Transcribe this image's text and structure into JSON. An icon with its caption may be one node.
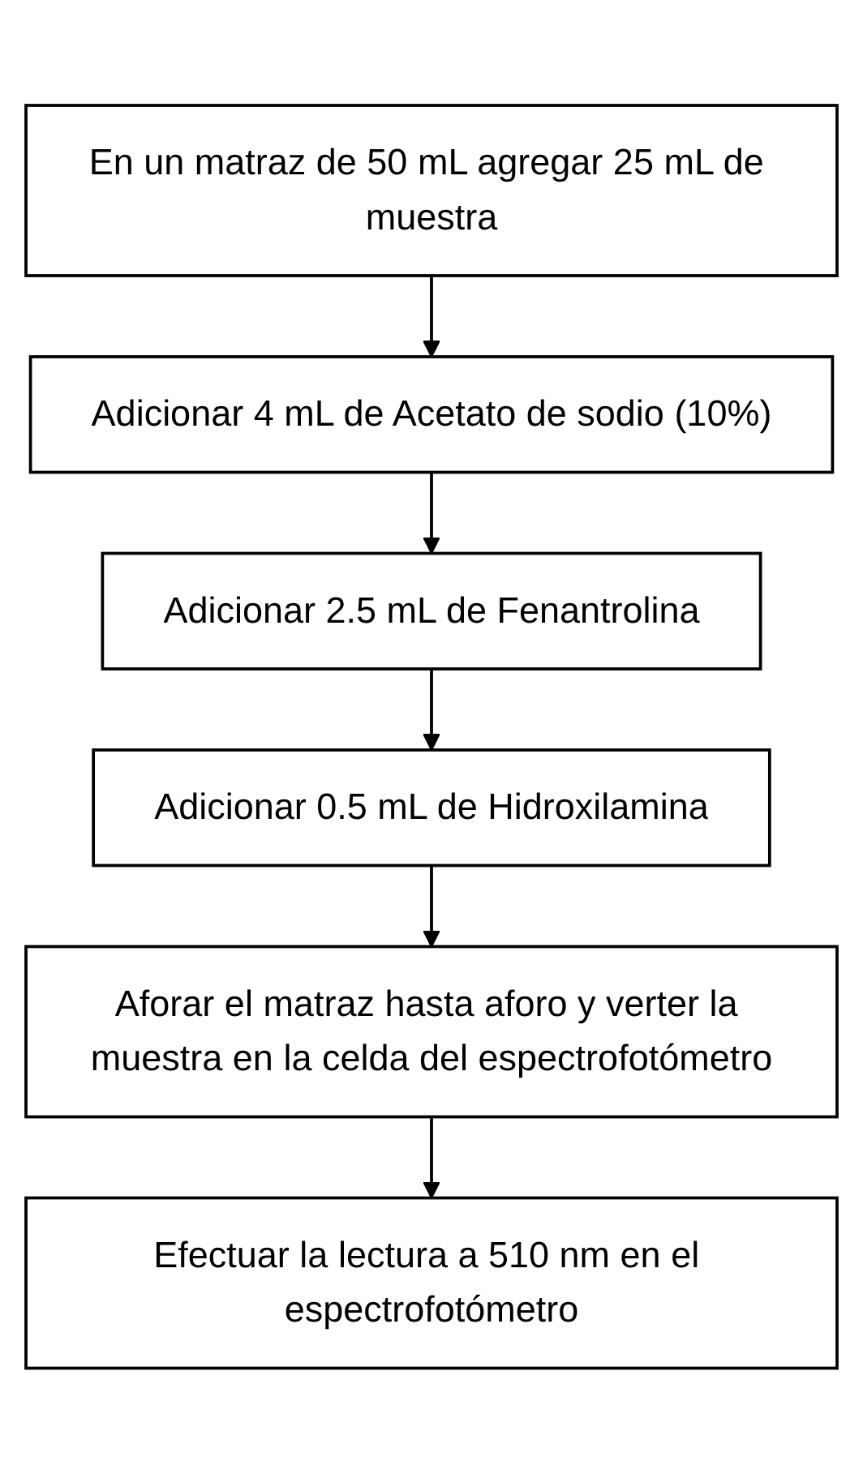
{
  "diagram": {
    "nodes": [
      {
        "text": [
          "En un matraz de 50 mL agregar 25 mL de muestra"
        ]
      },
      {
        "text": [
          "Adicionar 4 mL de Acetato de sodio (10%)"
        ]
      },
      {
        "text": [
          "Adicionar 2.5 mL de Fenantrolina"
        ]
      },
      {
        "text": [
          "Adicionar 0.5 mL de Hidroxilamina"
        ]
      },
      {
        "text": [
          "Aforar el matraz hasta aforo y verter la muestra en la celda del espectrofotómetro"
        ]
      },
      {
        "text": [
          "Efectuar la lectura a 510 nm en el espectrofotómetro"
        ]
      }
    ],
    "edges": [
      {
        "from": 0,
        "to": 1,
        "arrow": "to"
      },
      {
        "from": 1,
        "to": 2,
        "arrow": "to"
      },
      {
        "from": 2,
        "to": 3,
        "arrow": "to"
      },
      {
        "from": 3,
        "to": 4,
        "arrow": "to"
      },
      {
        "from": 4,
        "to": 5,
        "arrow": "to"
      }
    ]
  }
}
